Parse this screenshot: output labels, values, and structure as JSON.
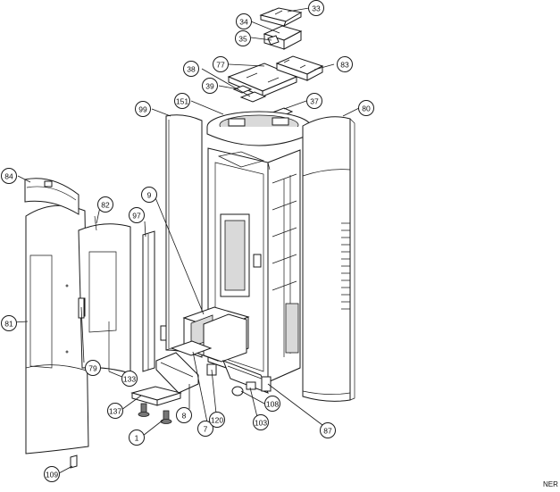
{
  "diagram": {
    "callouts": [
      "33",
      "34",
      "35",
      "77",
      "83",
      "38",
      "39",
      "151",
      "37",
      "99",
      "80",
      "84",
      "9",
      "82",
      "97",
      "81",
      "79",
      "133",
      "137",
      "8",
      "7",
      "120",
      "103",
      "108",
      "87",
      "1",
      "109"
    ],
    "footer": "NER"
  }
}
